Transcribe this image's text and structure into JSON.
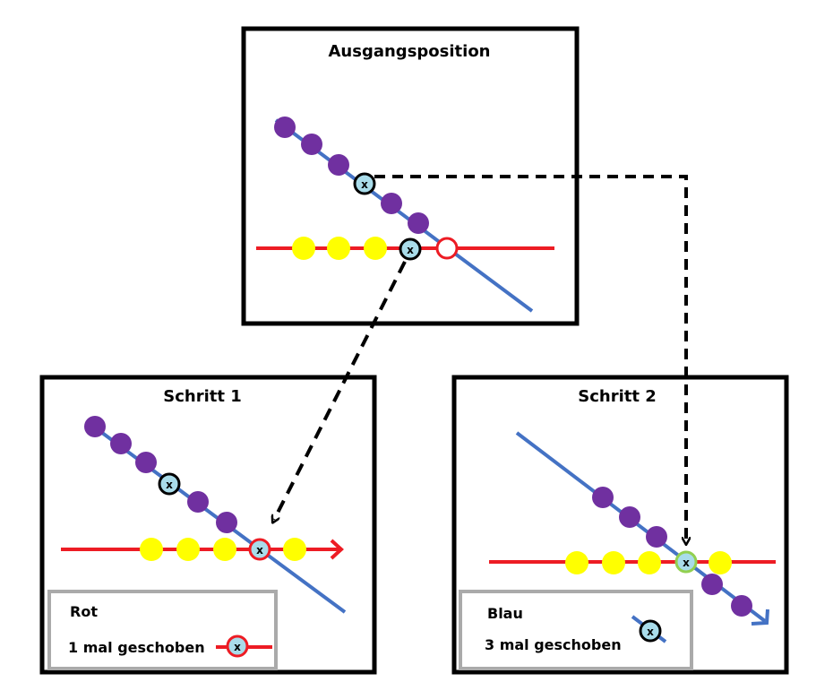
{
  "panels": {
    "start": {
      "title": "Ausgangsposition"
    },
    "step1": {
      "title": "Schritt 1",
      "legend_color": "Rot",
      "legend_text": "1 mal geschoben"
    },
    "step2": {
      "title": "Schritt 2",
      "legend_color": "Blau",
      "legend_text": "3 mal geschoben"
    }
  },
  "marker_label": "x",
  "colors": {
    "purple": "#7030a0",
    "yellow": "#ffff00",
    "red": "#ed1c24",
    "blue": "#4472c4",
    "marker_fill": "#a9dcea",
    "marker_green": "#92d050",
    "frame": "#000000",
    "legend_frame": "#aaaaaa"
  }
}
